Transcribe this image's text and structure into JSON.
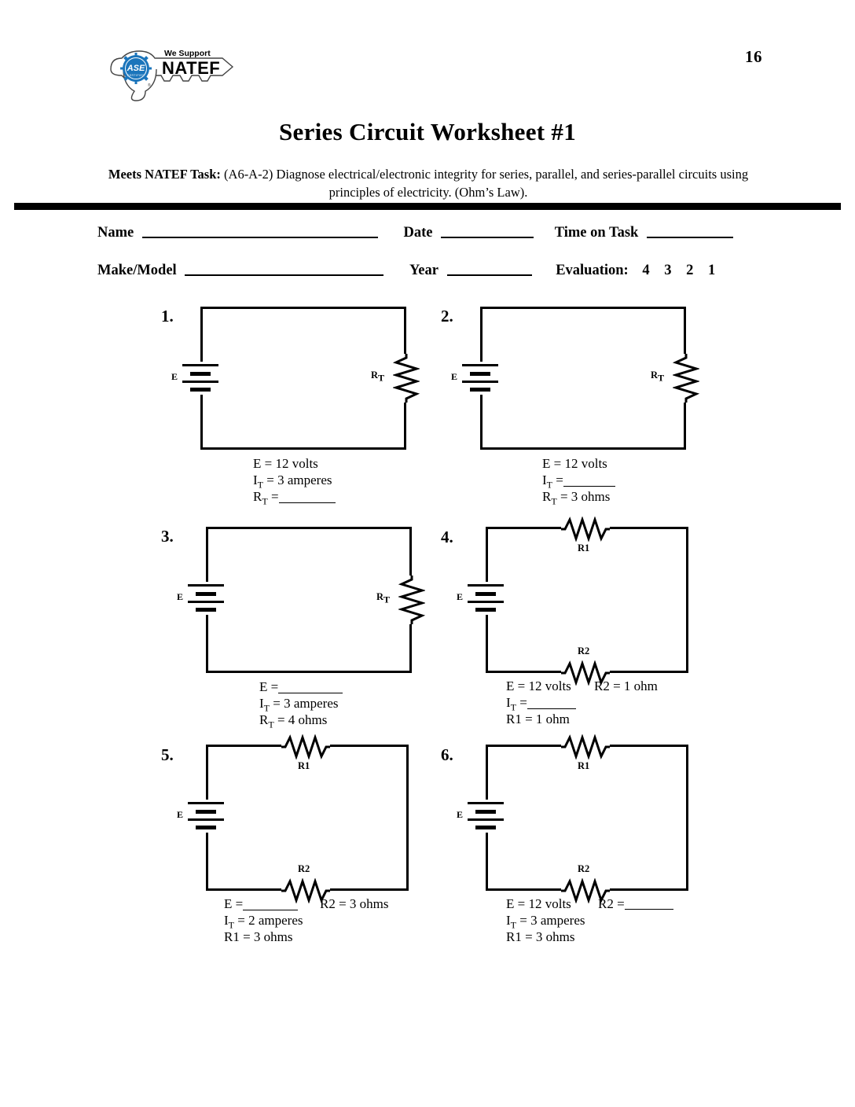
{
  "page": {
    "number": "16"
  },
  "logo": {
    "name": "natef-ase-logo",
    "support_text": "We Support",
    "org_text": "NATEF",
    "emblem_text": "ASE",
    "emblem_subtext": "CERTIFIED",
    "emblem_color": "#1b75bb"
  },
  "header": {
    "title": "Series Circuit Worksheet #1",
    "task_lead": "Meets NATEF Task:",
    "task_body": "(A6-A-2)  Diagnose electrical/electronic integrity for series, parallel, and series-parallel circuits using principles of electricity. (Ohm’s Law)."
  },
  "form": {
    "name_label": "Name",
    "date_label": "Date",
    "time_on_task_label": "Time on Task",
    "make_model_label": "Make/Model",
    "year_label": "Year",
    "evaluation_label": "Evaluation:",
    "evaluation_options": [
      "4",
      "3",
      "2",
      "1"
    ]
  },
  "circuits": [
    {
      "number": "1.",
      "type": "single-resistor",
      "source_label": "E",
      "resistor_label": "R",
      "resistor_sub": "T",
      "values": [
        {
          "label": "E",
          "sub": "",
          "text": " = 12 volts",
          "blank": false
        },
        {
          "label": "I",
          "sub": "T",
          "text": " = 3 amperes",
          "blank": false
        },
        {
          "label": "R",
          "sub": "T",
          "text": " =",
          "blank": true
        }
      ],
      "extra": null
    },
    {
      "number": "2.",
      "type": "single-resistor",
      "source_label": "E",
      "resistor_label": "R",
      "resistor_sub": "T",
      "values": [
        {
          "label": "E",
          "sub": "",
          "text": " = 12 volts",
          "blank": false
        },
        {
          "label": "I",
          "sub": "T",
          "text": " =",
          "blank": true
        },
        {
          "label": "R",
          "sub": "T",
          "text": " = 3 ohms",
          "blank": false
        }
      ],
      "extra": null
    },
    {
      "number": "3.",
      "type": "single-resistor",
      "source_label": "E",
      "resistor_label": "R",
      "resistor_sub": "T",
      "values": [
        {
          "label": "E",
          "sub": "",
          "text": " =",
          "blank": true
        },
        {
          "label": "I",
          "sub": "T",
          "text": " = 3 amperes",
          "blank": false
        },
        {
          "label": "R",
          "sub": "T",
          "text": " = 4 ohms",
          "blank": false
        }
      ],
      "extra": null
    },
    {
      "number": "4.",
      "type": "two-resistor",
      "source_label": "E",
      "r1_label": "R1",
      "r2_label": "R2",
      "values": [
        {
          "label": "E",
          "sub": "",
          "text": " = 12 volts",
          "blank": false
        },
        {
          "label": "I",
          "sub": "T",
          "text": " =",
          "blank": true
        },
        {
          "label": "R1",
          "sub": "",
          "text": " = 1 ohm",
          "blank": false
        }
      ],
      "extra": {
        "text": "R2 = 1 ohm",
        "blank": false
      }
    },
    {
      "number": "5.",
      "type": "two-resistor",
      "source_label": "E",
      "r1_label": "R1",
      "r2_label": "R2",
      "values": [
        {
          "label": "E",
          "sub": "",
          "text": " =",
          "blank": true
        },
        {
          "label": "I",
          "sub": "T",
          "text": " =  2 amperes",
          "blank": false
        },
        {
          "label": "R1",
          "sub": "",
          "text": " = 3 ohms",
          "blank": false
        }
      ],
      "extra": {
        "text": "R2 =  3 ohms",
        "blank": false
      }
    },
    {
      "number": "6.",
      "type": "two-resistor",
      "source_label": "E",
      "r1_label": "R1",
      "r2_label": "R2",
      "values": [
        {
          "label": "E",
          "sub": "",
          "text": " = 12 volts",
          "blank": false
        },
        {
          "label": "I",
          "sub": "T",
          "text": " = 3 amperes",
          "blank": false
        },
        {
          "label": "R1",
          "sub": "",
          "text": " = 3 ohms",
          "blank": false
        }
      ],
      "extra": {
        "text": "R2 =",
        "blank": true
      }
    }
  ]
}
